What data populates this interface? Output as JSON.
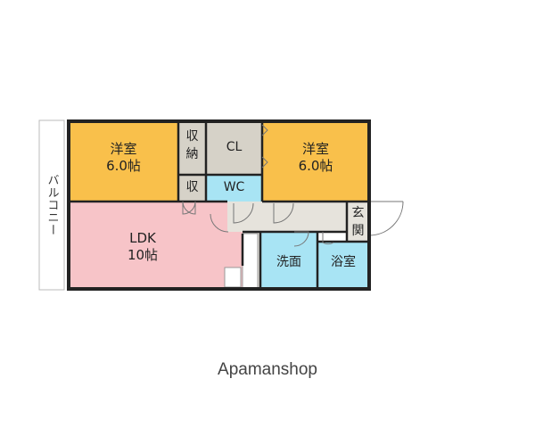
{
  "colors": {
    "bedroom": "#f9c04b",
    "ldk": "#f7c4c8",
    "storage": "#d6d2c8",
    "wet": "#a8e4f4",
    "hall": "#e6e3dc",
    "wall": "#222222",
    "balcony_border": "#bbbbbb"
  },
  "balcony": {
    "label": "バルコニー"
  },
  "rooms": {
    "western_left": {
      "name": "洋室",
      "size": "6.0帖"
    },
    "western_right": {
      "name": "洋室",
      "size": "6.0帖"
    },
    "storage_tall": {
      "line1": "収",
      "line2": "納"
    },
    "storage_small": {
      "label": "収"
    },
    "closet": {
      "label": "CL"
    },
    "toilet": {
      "label": "WC"
    },
    "ldk": {
      "name": "LDK",
      "size": "10帖"
    },
    "washroom": {
      "label": "洗面"
    },
    "bathroom": {
      "label": "浴室"
    },
    "entrance": {
      "line1": "玄",
      "line2": "関"
    }
  },
  "logo": {
    "text": "Apamanshop"
  }
}
